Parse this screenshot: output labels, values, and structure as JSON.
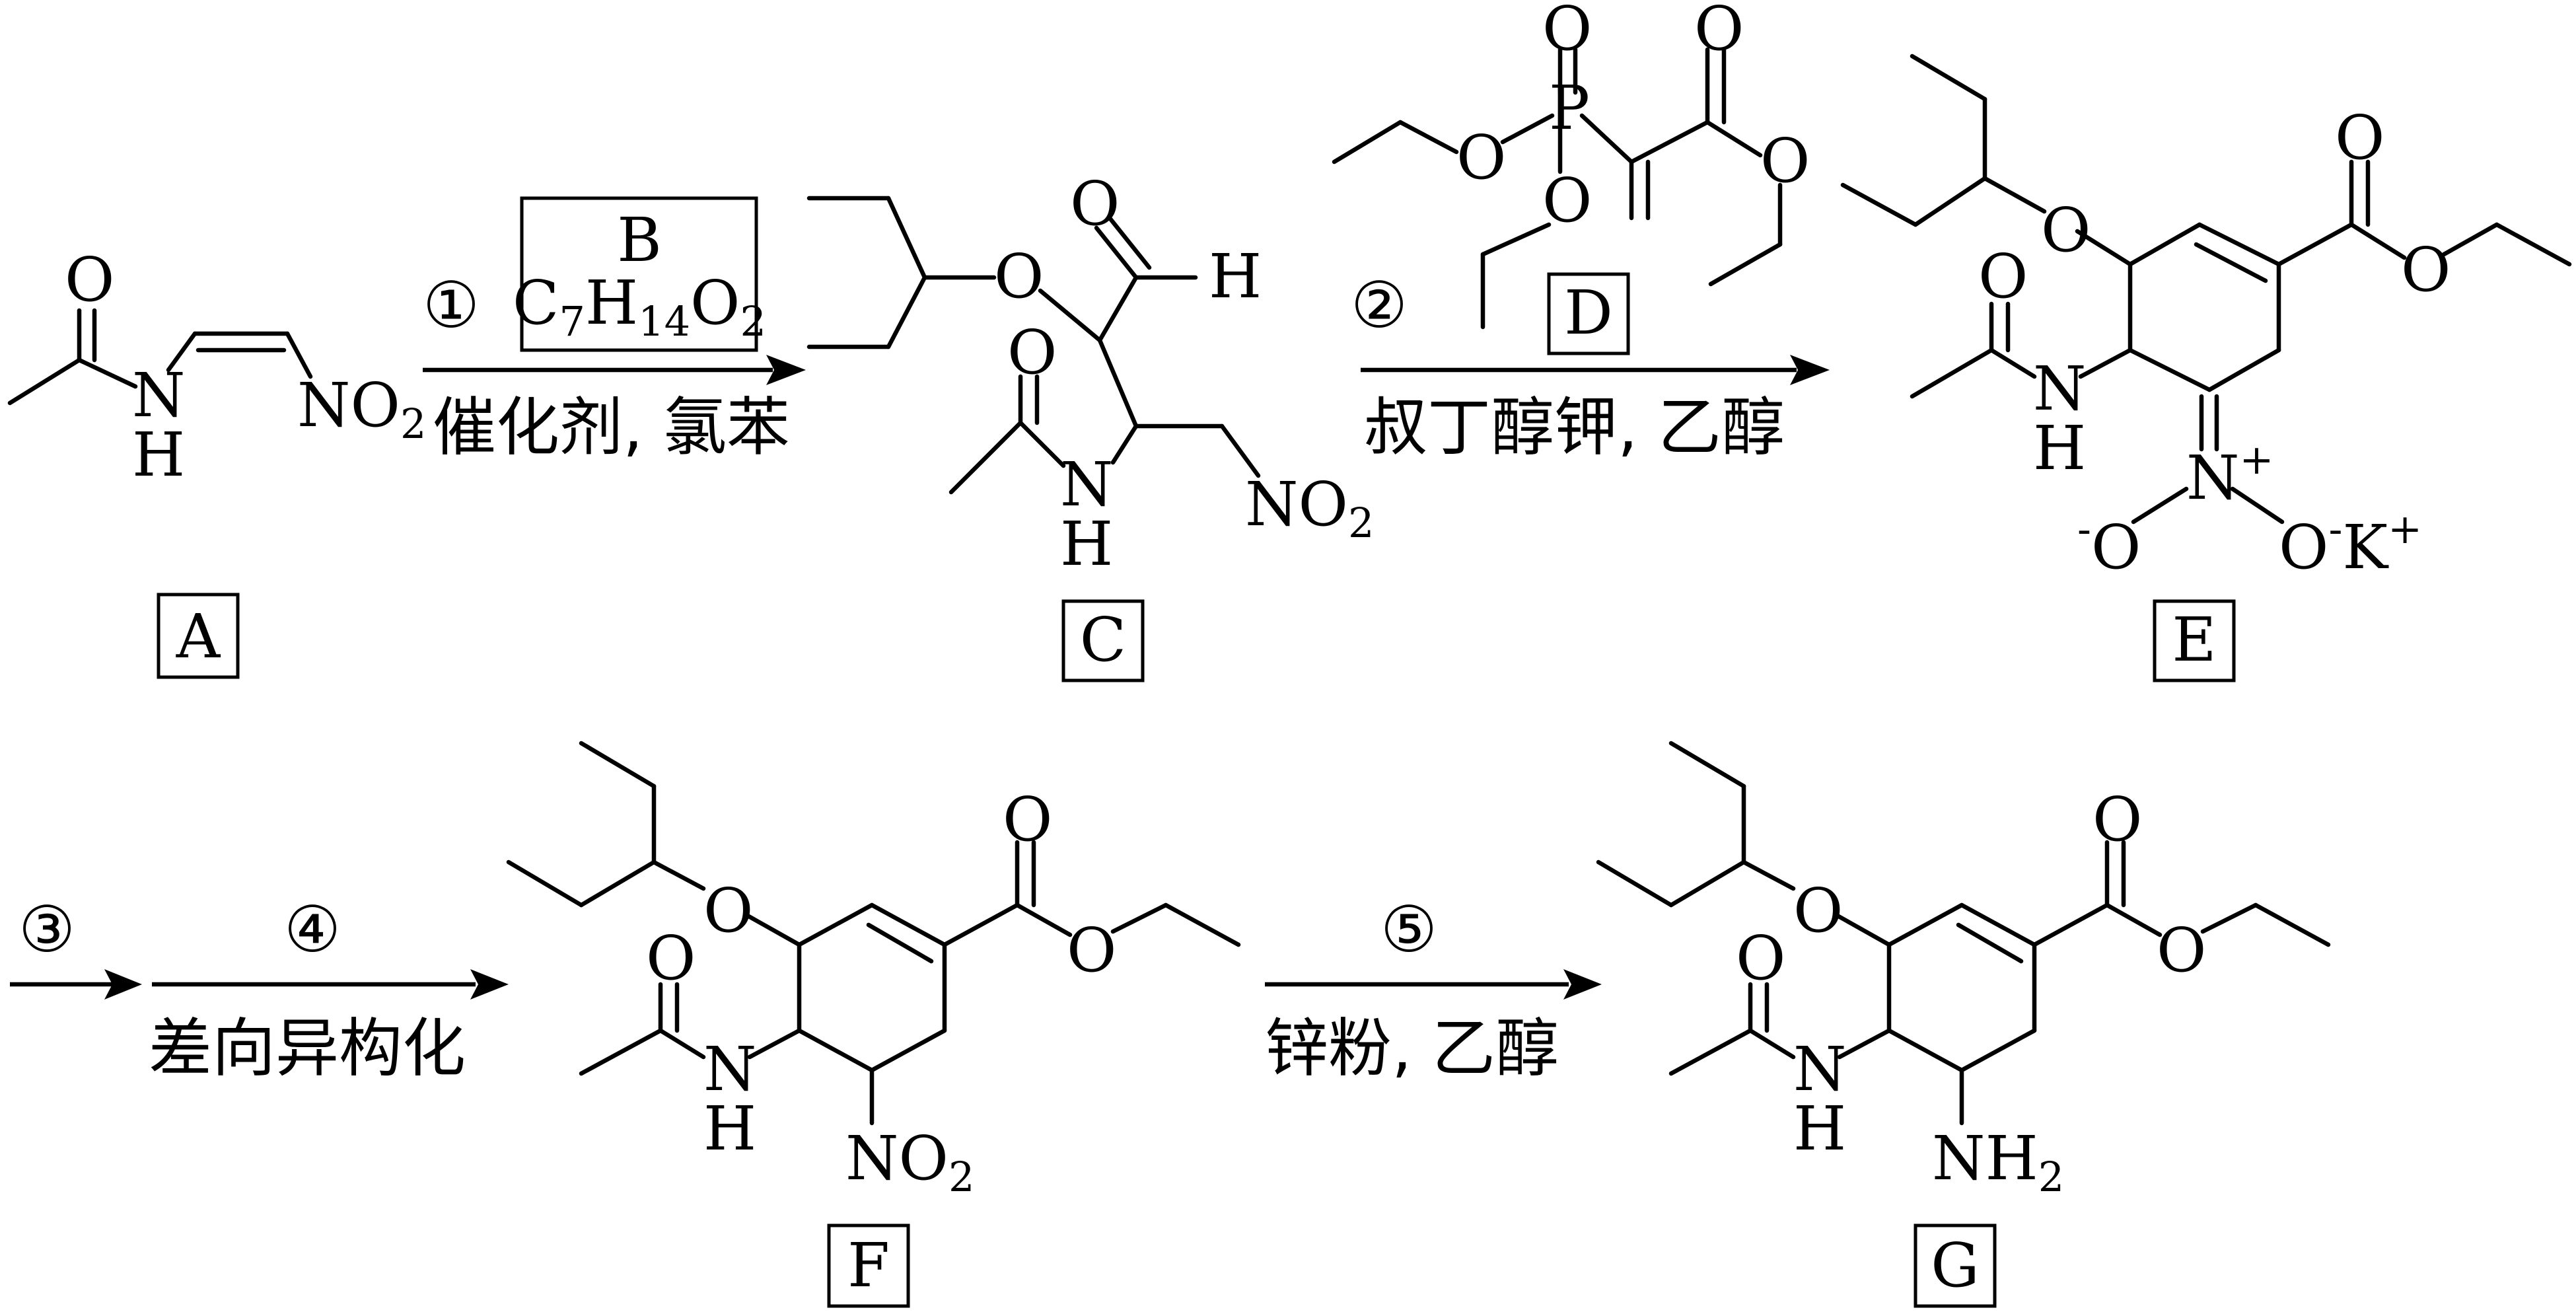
{
  "compound_labels": {
    "a": "A",
    "b": "B",
    "c": "C",
    "d": "D",
    "e": "E",
    "f": "F",
    "g": "G"
  },
  "reagent_b_formula": {
    "c": "C",
    "c_n": "7",
    "h": "H",
    "h_n": "14",
    "o": "O",
    "o_n": "2"
  },
  "step_marks": {
    "s1": "①",
    "s2": "②",
    "s3": "③",
    "s4": "④",
    "s5": "⑤"
  },
  "conditions": {
    "s1": "催化剂, 氯苯",
    "s2": "叔丁醇钾, 乙醇",
    "s4": "差向异构化",
    "s5": "锌粉, 乙醇"
  },
  "atoms": {
    "O": "O",
    "N": "N",
    "H": "H",
    "P": "P",
    "K": "K",
    "NO": "NO",
    "two": "2",
    "plus": "+",
    "minus": "-",
    "NH": "NH"
  }
}
